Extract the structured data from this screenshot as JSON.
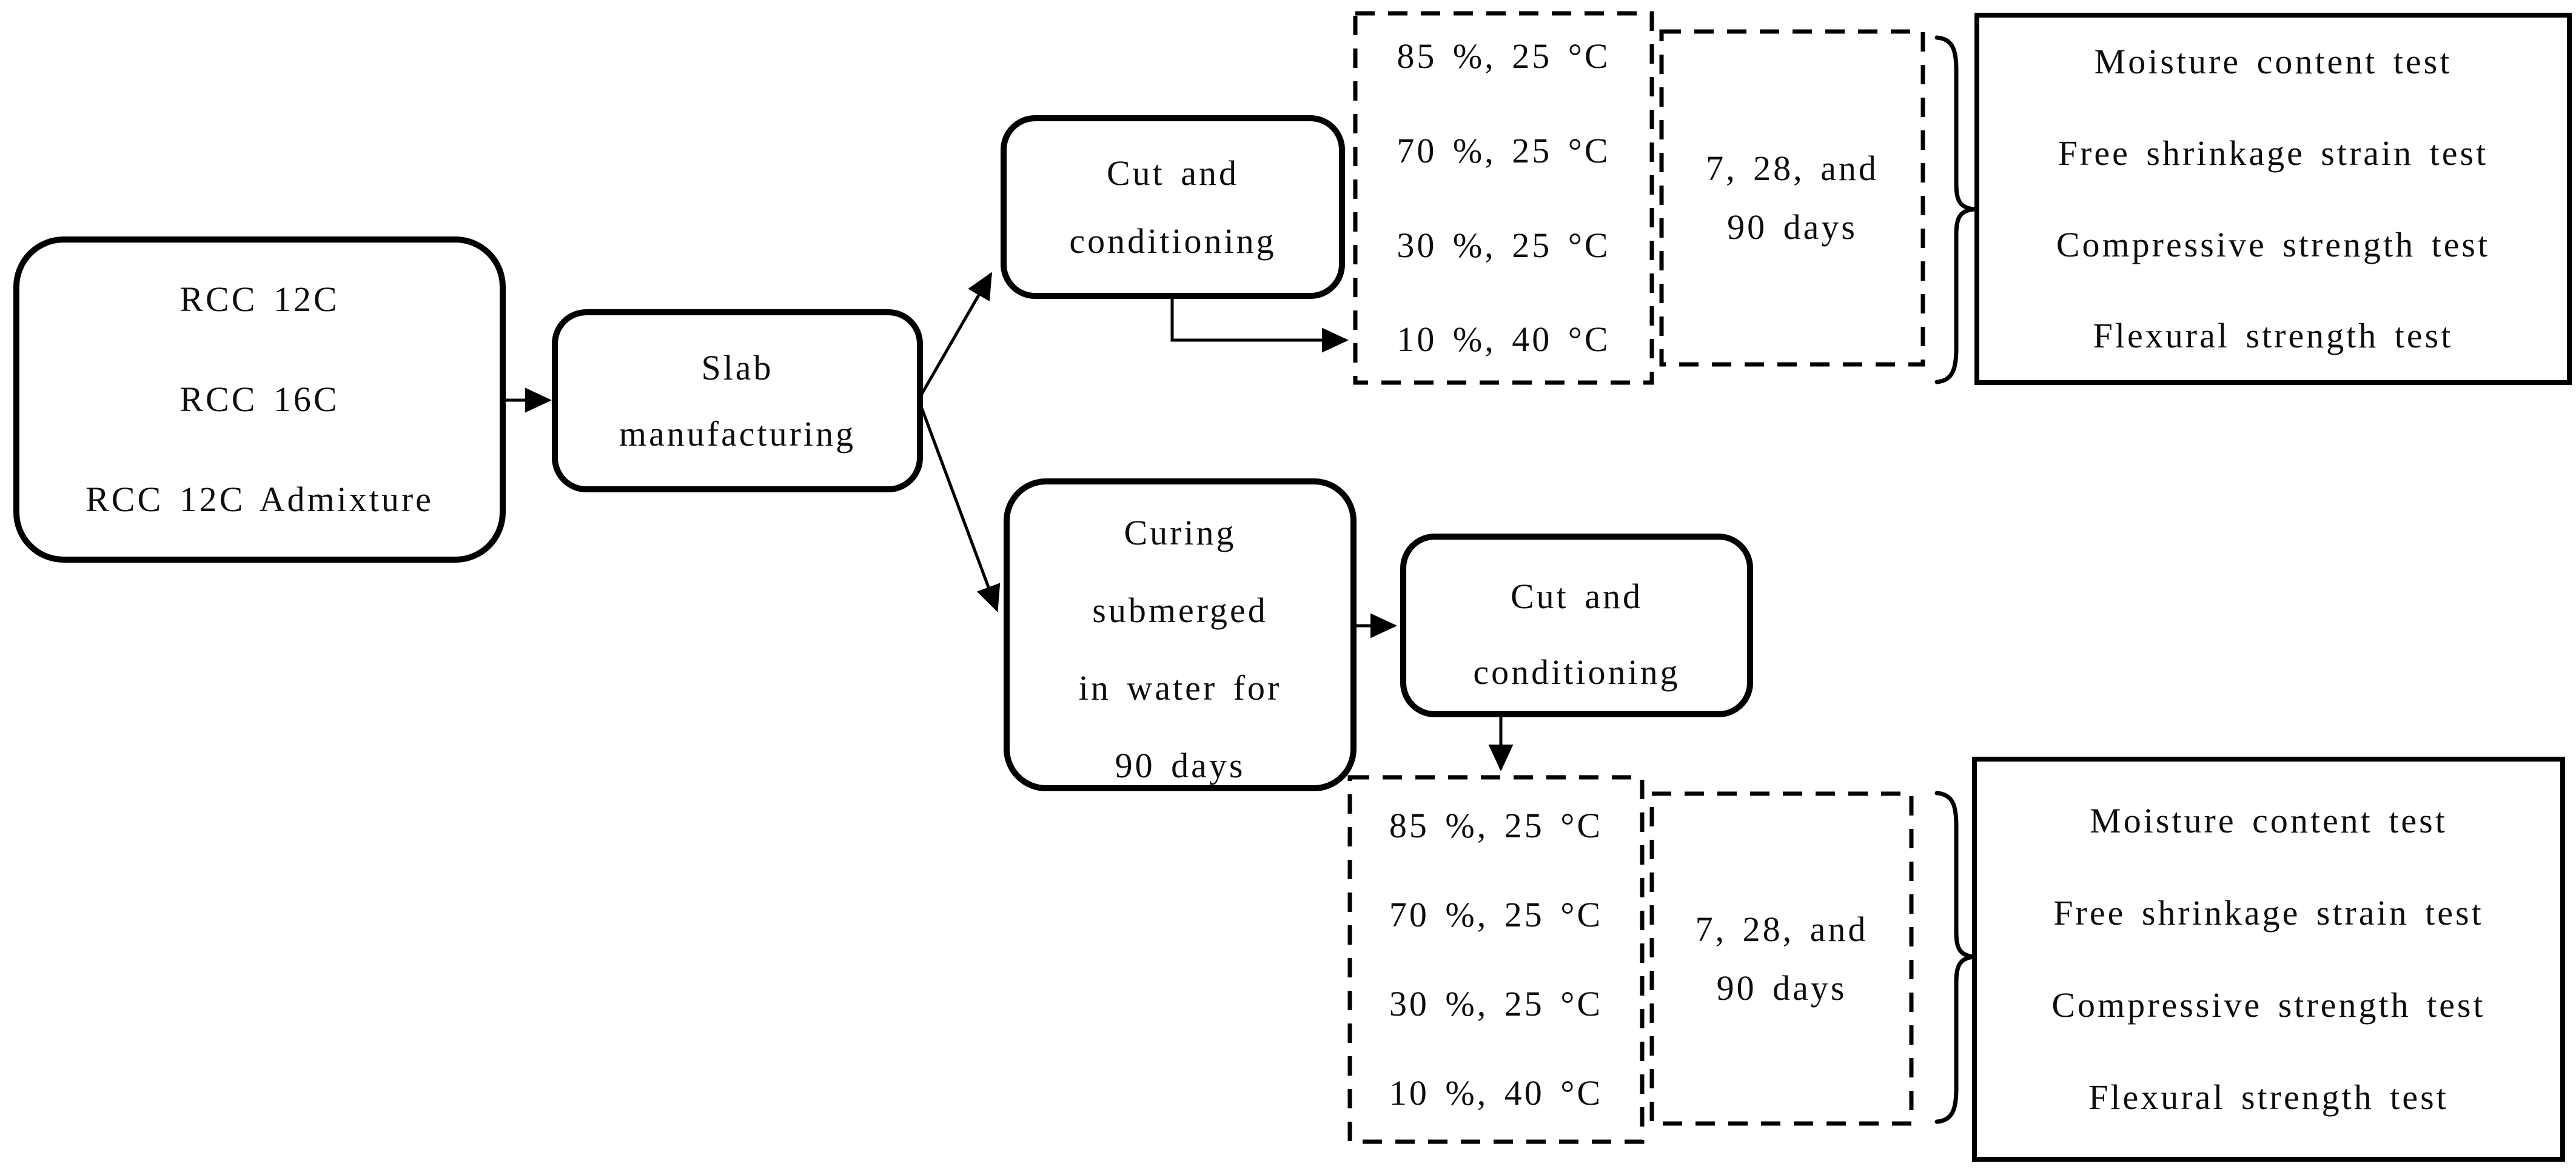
{
  "diagram": {
    "background": "#ffffff",
    "line_color": "#000000",
    "text_color": "#0d0d0d"
  },
  "source": {
    "lines": [
      "RCC 12C",
      "RCC 16C",
      "RCC 12C Admixture"
    ]
  },
  "slab": {
    "lines": [
      "Slab",
      "manufacturing"
    ]
  },
  "branches": {
    "top": {
      "cut": {
        "lines": [
          "Cut and",
          "conditioning"
        ]
      },
      "conditions": {
        "lines": [
          "85 %, 25 °C",
          "70 %, 25 °C",
          "30 %, 25 °C",
          "10 %, 40 °C"
        ]
      },
      "days": {
        "lines": [
          "7, 28, and",
          "90 days"
        ]
      },
      "tests": {
        "lines": [
          "Moisture content test",
          "Free shrinkage strain test",
          "Compressive strength test",
          "Flexural strength test"
        ]
      }
    },
    "bottom": {
      "curing": {
        "lines": [
          "Curing",
          "submerged",
          "in water for",
          "90 days"
        ]
      },
      "cut": {
        "lines": [
          "Cut and",
          "conditioning"
        ]
      },
      "conditions": {
        "lines": [
          "85 %, 25 °C",
          "70 %, 25 °C",
          "30 %, 25 °C",
          "10 %, 40 °C"
        ]
      },
      "days": {
        "lines": [
          "7, 28, and",
          "90 days"
        ]
      },
      "tests": {
        "lines": [
          "Moisture content test",
          "Free shrinkage strain test",
          "Compressive strength test",
          "Flexural strength test"
        ]
      }
    }
  }
}
